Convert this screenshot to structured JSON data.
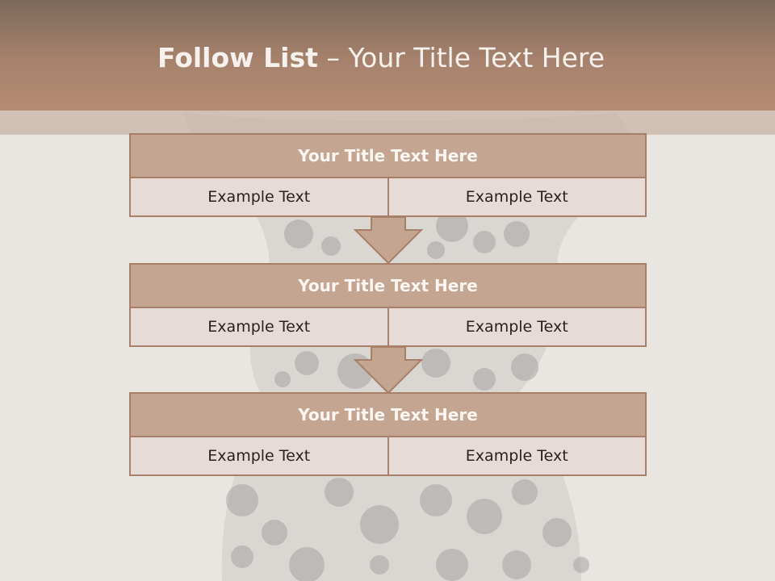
{
  "header": {
    "title_bold": "Follow List",
    "title_rest": " – Your Title Text Here"
  },
  "blocks": [
    {
      "title": "Your Title Text Here",
      "left": "Example Text",
      "right": "Example Text"
    },
    {
      "title": "Your Title Text Here",
      "left": "Example Text",
      "right": "Example Text"
    },
    {
      "title": "Your Title Text Here",
      "left": "Example Text",
      "right": "Example Text"
    }
  ],
  "colors": {
    "header_brown": "#a6826d",
    "block_title_fill": "#c3a592",
    "cell_fill": "#e7dbd8",
    "border": "#a87f69"
  }
}
